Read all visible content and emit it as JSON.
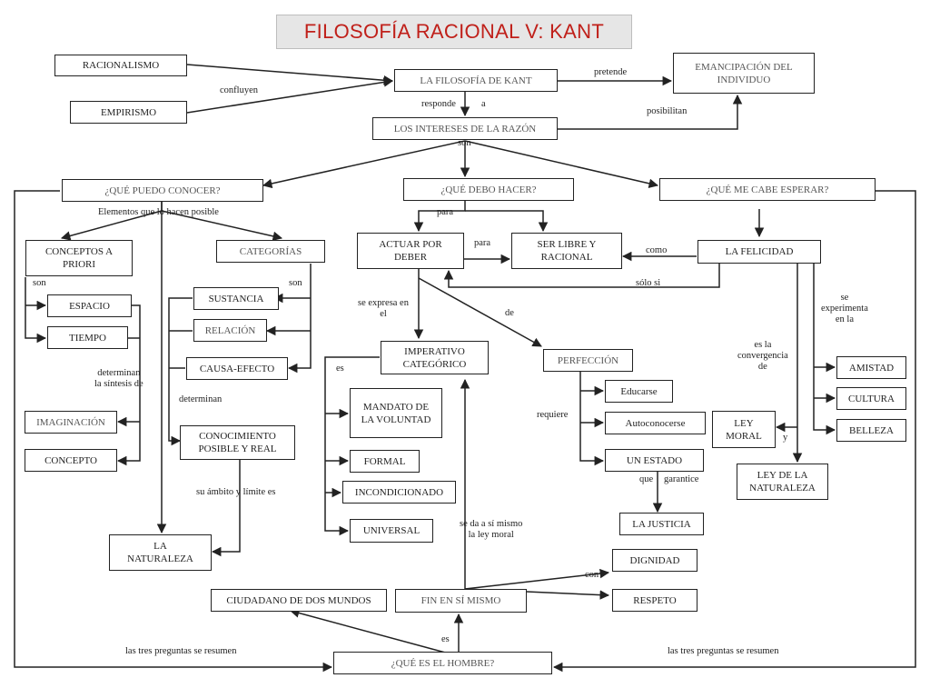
{
  "title": "FILOSOFÍA RACIONAL V: KANT",
  "nodes": {
    "racionalismo": "RACIONALISMO",
    "empirismo": "EMPIRISMO",
    "filosofia_kant": "LA FILOSOFÍA DE KANT",
    "emancipacion": "EMANCIPACIÓN DEL\nINDIVIDUO",
    "intereses": "LOS INTERESES DE LA RAZÓN",
    "que_puedo_conocer": "¿QUÉ PUEDO CONOCER?",
    "que_debo_hacer": "¿QUÉ DEBO HACER?",
    "que_me_cabe_esperar": "¿QUÉ ME CABE ESPERAR?",
    "conceptos_a_priori": "CONCEPTOS A\nPRIORI",
    "categorias": "CATEGORÍAS",
    "espacio": "ESPACIO",
    "tiempo": "TIEMPO",
    "sustancia": "SUSTANCIA",
    "relacion": "RELACIÓN",
    "causa_efecto": "CAUSA-EFECTO",
    "imaginacion": "IMAGINACIÓN",
    "concepto": "CONCEPTO",
    "conocimiento_posible": "CONOCIMIENTO\nPOSIBLE Y REAL",
    "la_naturaleza": "LA\nNATURALEZA",
    "actuar_por_deber": "ACTUAR POR\nDEBER",
    "ser_libre": "SER LIBRE Y\nRACIONAL",
    "la_felicidad": "LA FELICIDAD",
    "imperativo": "IMPERATIVO\nCATEGÓRICO",
    "perfeccion": "PERFECCIÓN",
    "mandato": "MANDATO DE\nLA VOLUNTAD",
    "formal": "FORMAL",
    "incondicionado": "INCONDICIONADO",
    "universal": "UNIVERSAL",
    "educarse": "Educarse",
    "autoconocerse": "Autoconocerse",
    "un_estado": "UN ESTADO",
    "la_justicia": "LA JUSTICIA",
    "amistad": "AMISTAD",
    "cultura": "CULTURA",
    "belleza": "BELLEZA",
    "ley_moral": "LEY\nMORAL",
    "ley_naturaleza": "LEY DE LA\nNATURALEZA",
    "dignidad": "DIGNIDAD",
    "respeto": "RESPETO",
    "ciudadano": "CIUDADANO DE DOS MUNDOS",
    "fin_en_si": "FIN EN SÍ MISMO",
    "que_es_hombre": "¿QUÉ ES EL HOMBRE?"
  },
  "labels": {
    "confluyen": "confluyen",
    "pretende": "pretende",
    "responde": "responde",
    "a": "a",
    "posibilitan": "posibilitan",
    "son_top": "son",
    "elementos": "Elementos que   lo  hacen posible",
    "para_top": "para",
    "son_left": "son",
    "son_right": "son",
    "para_mid": "para",
    "como": "como",
    "solo_si": "sólo si",
    "se_expresa": "se expresa en\nel",
    "de": "de",
    "se_experimenta": "se\nexperimenta\nen la",
    "es_la_convergencia": "es la\nconvergencia\nde",
    "determinan_sintesis": "determinan\nla síntesis de",
    "determinan": "determinan",
    "es_imperativo": "es",
    "requiere": "requiere",
    "y": "y",
    "que": "que",
    "garantice": "garantice",
    "su_ambito": "su ámbito    y límite es",
    "se_da": "se  da a sí mismo\nla ley moral",
    "con": "con",
    "es_hombre": "es",
    "resumen_left": "las tres preguntas se resumen",
    "resumen_right": "las tres preguntas se resumen"
  }
}
